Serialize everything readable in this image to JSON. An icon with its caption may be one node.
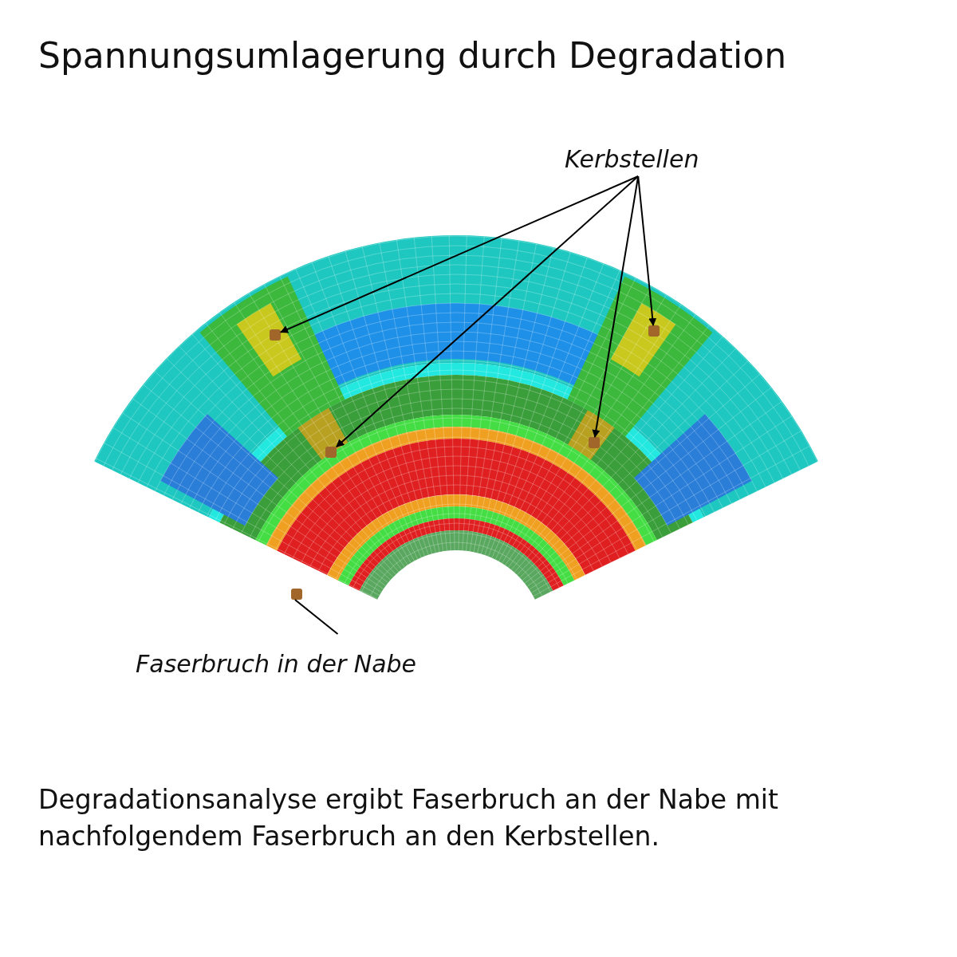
{
  "diagram": {
    "title": "Spannungsumlagerung durch Degradation",
    "caption": "Degradationsanalyse  ergibt Faserbruch an der Nabe mit nachfolgendem Faserbruch an den Kerbstellen.",
    "nodes": [
      {
        "text": [
          "Kerbstellen"
        ]
      },
      {
        "text": [],
        "shape": "box"
      },
      {
        "text": [],
        "shape": "box"
      },
      {
        "text": [],
        "shape": "box"
      },
      {
        "text": [],
        "shape": "box"
      },
      {
        "text": [
          "Faserbruch in der Nabe"
        ]
      },
      {
        "text": [],
        "shape": "box"
      }
    ],
    "edges": [
      {
        "from": 0,
        "to": 1,
        "arrow": "to"
      },
      {
        "from": 0,
        "to": 2,
        "arrow": "to"
      },
      {
        "from": 0,
        "to": 3,
        "arrow": "to"
      },
      {
        "from": 0,
        "to": 4,
        "arrow": "to"
      },
      {
        "from": 5,
        "to": 6,
        "arrow": "none"
      }
    ]
  }
}
